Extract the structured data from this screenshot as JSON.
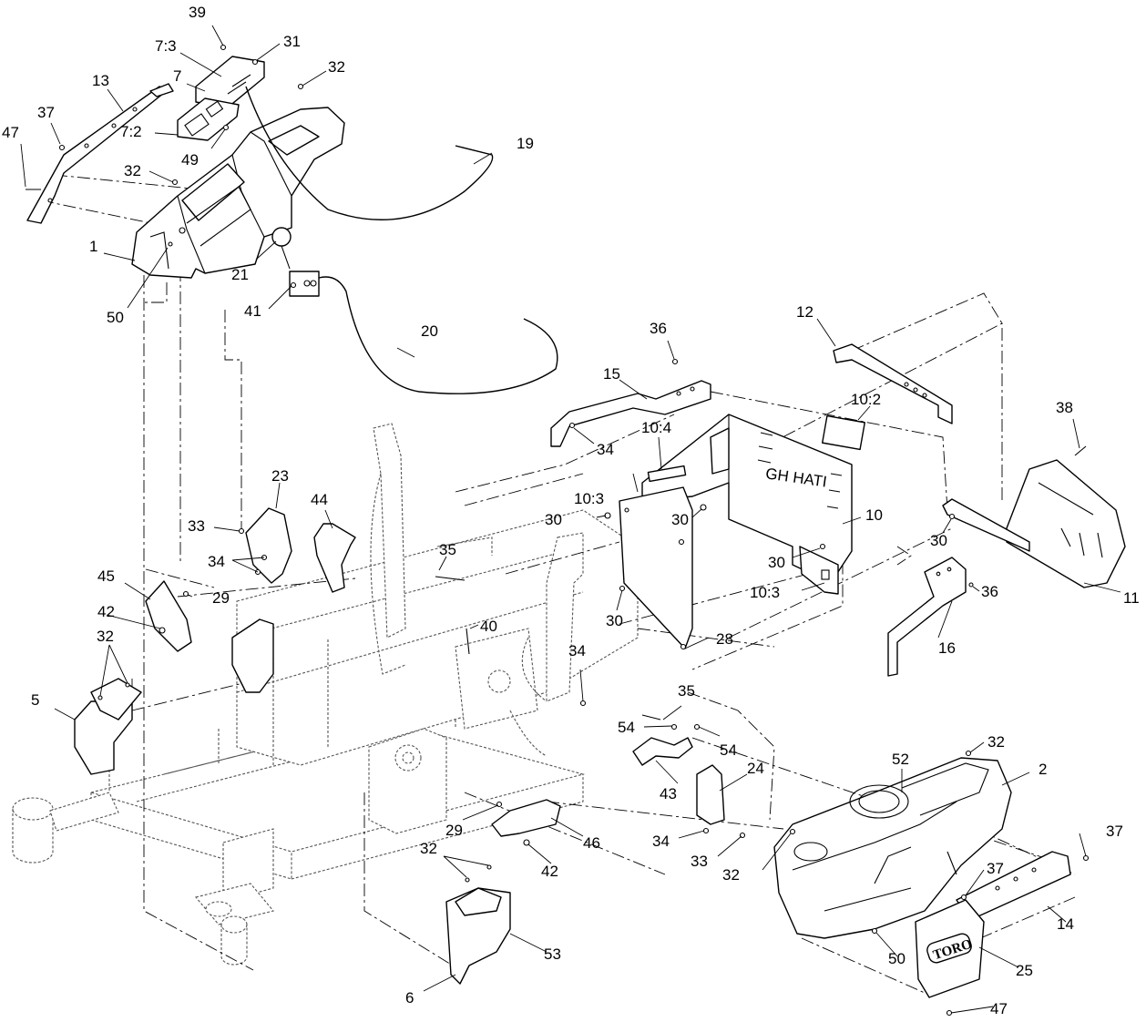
{
  "callouts": {
    "c39": "39",
    "c31": "31",
    "c7_3": "7:3",
    "c32_top": "32",
    "c13": "13",
    "c7": "7",
    "c37_left": "37",
    "c47_left": "47",
    "c7_2": "7:2",
    "c19": "19",
    "c49": "49",
    "c32_left": "32",
    "c1": "1",
    "c21": "21",
    "c50_left": "50",
    "c41": "41",
    "c20": "20",
    "c12": "12",
    "c36_top": "36",
    "c15": "15",
    "c10_2": "10:2",
    "c38": "38",
    "c34_top": "34",
    "c10_4": "10:4",
    "c10_3_left": "10:3",
    "c23": "23",
    "c44": "44",
    "c33_left": "33",
    "c30_a": "30",
    "c30_b": "30",
    "c10": "10",
    "c30_c": "30",
    "c34_mid": "34",
    "c35_top": "35",
    "c30_d": "30",
    "c36_right": "36",
    "c45": "45",
    "c29_top": "29",
    "c11": "11",
    "c10_3_right": "10:3",
    "c42_top": "42",
    "c40": "40",
    "c16": "16",
    "c30_e": "30",
    "c28": "28",
    "c32_bl": "32",
    "c5": "5",
    "c34_lower": "34",
    "c35_lower": "35",
    "c54_a": "54",
    "c54_b": "54",
    "c32_right": "32",
    "c52": "52",
    "c2": "2",
    "c24": "24",
    "c43": "43",
    "c29_bottom": "29",
    "c46": "46",
    "c34_bottom": "34",
    "c33_bottom": "33",
    "c37_right": "37",
    "c32_bottom": "32",
    "c32_bot2": "32",
    "c42_bottom": "42",
    "c37_r2": "37",
    "c14": "14",
    "c53": "53",
    "c50_bottom": "50",
    "c25": "25",
    "c6": "6",
    "c47_bottom": "47"
  },
  "logo_text": "TORO",
  "plate_text": "GH HATI"
}
